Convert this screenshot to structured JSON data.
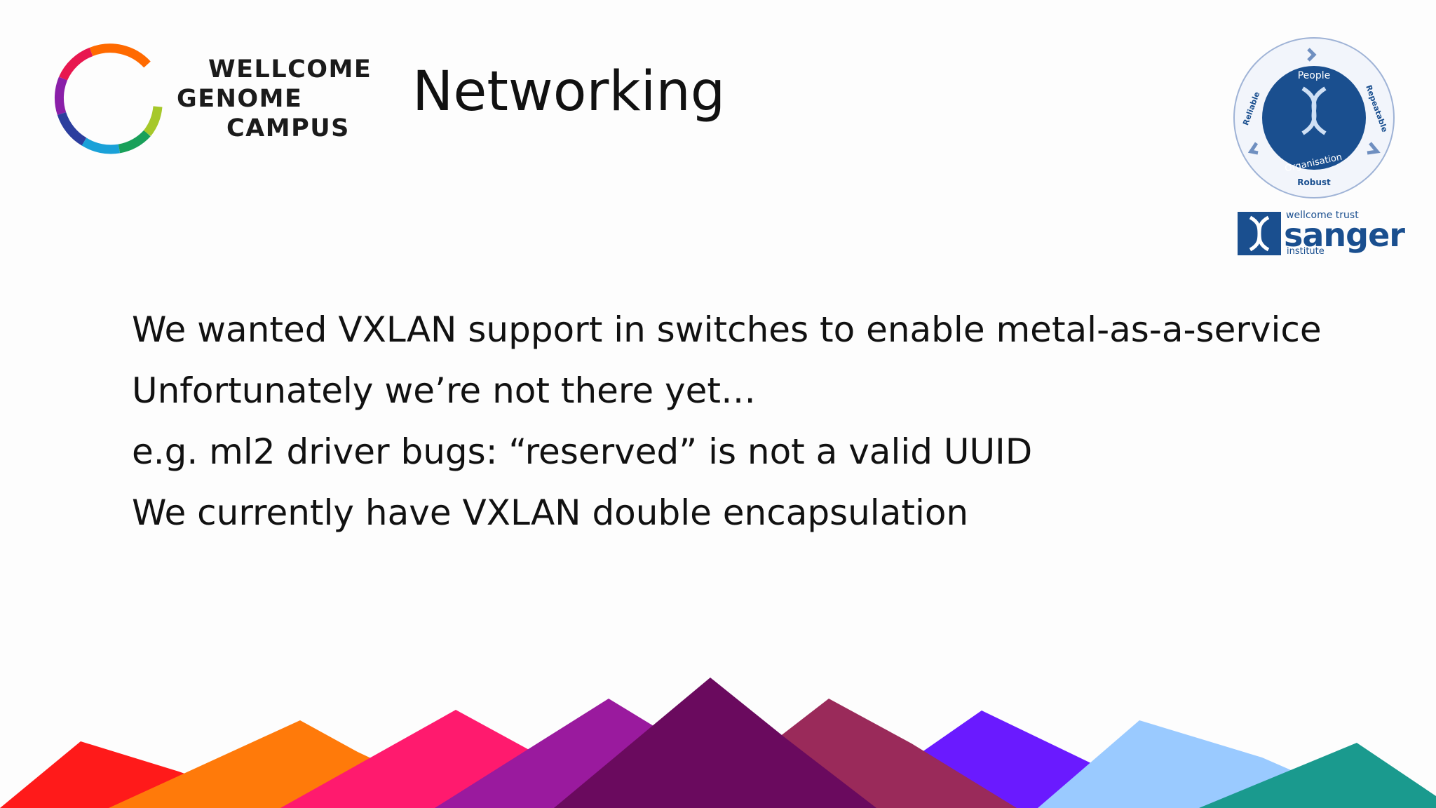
{
  "slide": {
    "title": "Networking",
    "bullets": [
      "We wanted VXLAN support in switches to enable metal-as-a-service",
      "Unfortunately we’re not there yet…",
      "e.g. ml2 driver bugs: “reserved” is not a valid UUID",
      "We currently have VXLAN double encapsulation"
    ]
  },
  "campus_logo": {
    "line1": "WELLCOME",
    "line2": "GENOME",
    "line3": "CAMPUS"
  },
  "values_badge": {
    "top": "People",
    "right": "Repeatable",
    "left": "Reliable",
    "inner_bottom": "Organisation",
    "bottom": "Robust"
  },
  "sanger_logo": {
    "trust": "wellcome trust",
    "name": "sanger",
    "institute": "institute"
  },
  "colors": {
    "sanger_blue": "#1a4f8f",
    "mountain_red": "#ff1a1a",
    "mountain_orange": "#ff7a0a",
    "mountain_pink": "#ff1a6e",
    "mountain_magenta": "#9a1a9e",
    "mountain_purple": "#6a0a5e",
    "mountain_plum": "#9a2a5a",
    "mountain_violet": "#6a1aff",
    "mountain_skyblue": "#9acaff",
    "mountain_teal": "#1a9a8e"
  }
}
